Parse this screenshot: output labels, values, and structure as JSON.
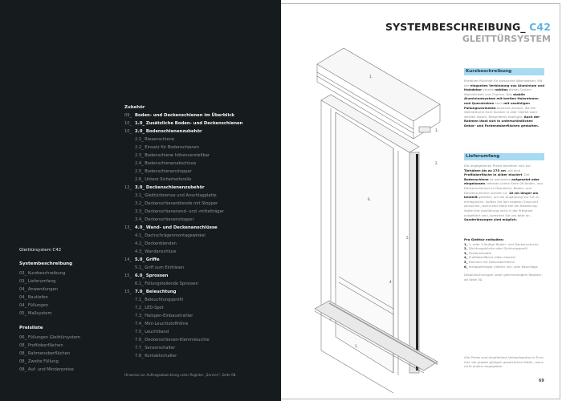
{
  "sidebar": {
    "title": "Gleittürsystem C42",
    "sections": [
      {
        "heading": "Systembeschreibung",
        "items": [
          "03_  Kurzbeschreibung",
          "03_  Lieferumfang",
          "04_  Anwendungen",
          "04_  Bautiefen",
          "04_  Füllungen",
          "05_  Maßsystem"
        ]
      },
      {
        "heading": "Preisliste",
        "items": [
          "06_  Füllungen Gleittürsystem",
          "08_  Profiloberflächen",
          "08_  Rahmenoberflächen",
          "08_  Zweite Füllung",
          "08_  Auf- und Minderpreise"
        ]
      }
    ]
  },
  "toc": {
    "heading": "Zubehör",
    "rows": [
      {
        "num": "09_",
        "label": "Boden- und Deckenschienen im Überblick",
        "type": "main"
      },
      {
        "num": "10_",
        "label": "1.0_ Zusätzliche Boden- und Deckenschienen",
        "type": "main"
      },
      {
        "num": "10_",
        "label": "2.0_ Bodenschienenzubehör",
        "type": "main"
      },
      {
        "num": "",
        "label": "2.1_ Riesenschiene",
        "type": "sub"
      },
      {
        "num": "",
        "label": "2.2_ Einsatz für Bodenschienen",
        "type": "sub"
      },
      {
        "num": "",
        "label": "2.3_ Bodenschiene höhenverstellbar",
        "type": "sub"
      },
      {
        "num": "",
        "label": "2.4_ Bodenschienenabschluss",
        "type": "sub"
      },
      {
        "num": "",
        "label": "2.5_ Bodenschienenstopper",
        "type": "sub"
      },
      {
        "num": "",
        "label": "2.6_ Untere Sicherheitsrolle",
        "type": "sub"
      },
      {
        "num": "12_",
        "label": "3.0_ Deckenschienenzubehör",
        "type": "main"
      },
      {
        "num": "",
        "label": "3.1_ Gleittürbremse und Anschlagplatte",
        "type": "sub"
      },
      {
        "num": "",
        "label": "3.2_ Deckenschienenblende mit Stopper",
        "type": "sub"
      },
      {
        "num": "",
        "label": "3.3_ Deckenschienenend- und -mittelträger",
        "type": "sub"
      },
      {
        "num": "",
        "label": "3.4_ Deckenschienenstopper",
        "type": "sub"
      },
      {
        "num": "13_",
        "label": "4.0_ Wand- und Deckenanschlüsse",
        "type": "main"
      },
      {
        "num": "",
        "label": "4.1_ Dachschrägenmontagewinkel",
        "type": "sub"
      },
      {
        "num": "",
        "label": "4.2_ Deckenblenden",
        "type": "sub"
      },
      {
        "num": "",
        "label": "4.3_ Wandanschluss",
        "type": "sub"
      },
      {
        "num": "14_",
        "label": "5.0_ Griffe",
        "type": "main"
      },
      {
        "num": "",
        "label": "5.1_ Griff zum Einfräsen",
        "type": "sub"
      },
      {
        "num": "15_",
        "label": "6.0_ Sprossen",
        "type": "main"
      },
      {
        "num": "",
        "label": "6.1_ Füllungsteilende Sprossen",
        "type": "sub"
      },
      {
        "num": "15_",
        "label": "7.0_ Beleuchtung",
        "type": "main"
      },
      {
        "num": "",
        "label": "7.1_ Beleuchtungsprofil",
        "type": "sub"
      },
      {
        "num": "",
        "label": "7.2_ LED-Spot",
        "type": "sub"
      },
      {
        "num": "",
        "label": "7.3_ Halogen-Einbaustrahler",
        "type": "sub"
      },
      {
        "num": "",
        "label": "7.4_ Mini-Leuchtstoffröhre",
        "type": "sub"
      },
      {
        "num": "",
        "label": "7.5_ Leuchtband",
        "type": "sub"
      },
      {
        "num": "",
        "label": "7.6_ Deckenschienen-Klemmleuchte",
        "type": "sub"
      },
      {
        "num": "",
        "label": "7.7_ Sensorschalter",
        "type": "sub"
      },
      {
        "num": "",
        "label": "7.8_ Kontaktschalter",
        "type": "sub"
      }
    ],
    "note": "Hinweise zur Auftragsabwicklung unter Register „Service\", Seite 08."
  },
  "header": {
    "title": "SYSTEMBESCHREIBUNG_",
    "model": "C42",
    "subtitle": "GLEITTÜRSYSTEM"
  },
  "kurz": {
    "heading": "Kurzbeschreibung",
    "parts": [
      {
        "t": "Kreativer Rückhalt für klassische Wohnwelten: Mit der ",
        "b": false
      },
      {
        "t": "eleganten Verbindung aus Aluminium und Holzdekor",
        "b": true
      },
      {
        "t": " vereint ",
        "b": false
      },
      {
        "t": "nahtlos",
        "b": true
      },
      {
        "t": " dieses System Wohnlichkeit und Charme. Das ",
        "b": false
      },
      {
        "t": "stabile Aluminiumsystem mit breiten Holzrahmen und Querstreben",
        "b": true
      },
      {
        "t": " kann ",
        "b": false
      },
      {
        "t": "mit unzähligen Füllungsvarianten",
        "b": true
      },
      {
        "t": " bestückt werden, die die Wohnträume Ihrer Kunden in aller Vielfalt wahr werden lassen. Besonderes Highlight: ",
        "b": false
      },
      {
        "t": "Auch der Rahmen lässt sich in unterschiedlichen Dekor- und Farbendoberflächen gestalten.",
        "b": true
      }
    ]
  },
  "liefer": {
    "heading": "Lieferumfang",
    "parts": [
      {
        "t": "Die angegebenen Preise beziehen sich auf ",
        "b": false
      },
      {
        "t": "Türhöhen bis zu 275 cm",
        "b": true
      },
      {
        "t": " und eine ",
        "b": false
      },
      {
        "t": "Profiloberfläche in silber eloxiert",
        "b": true
      },
      {
        "t": ". Die ",
        "b": false
      },
      {
        "t": "Bodenschiene",
        "b": true
      },
      {
        "t": " ist wahlweise ",
        "b": false
      },
      {
        "t": "aufgesetzt oder eingelassen",
        "b": true
      },
      {
        "t": " lieferbar (siehe Seite 09 Boden- und Deckenschienen im Überblick). Boden- und Deckenschienen werden ca. ",
        "b": false
      },
      {
        "t": "10 cm länger als bestellt",
        "b": true
      },
      {
        "t": " geliefert, um die Anpassung vor Ort zu ermöglichen. Sollten Sie den exakten Zuschnitt wünschen, reicht eine Notiz bei der Bestellung. Sollte Ihre Ausführung nicht in der Preisliste aufgeführt sein, sprechen Sie uns bitte an. ",
        "b": false
      },
      {
        "t": "Sonderlösungen sind möglich.",
        "b": true
      }
    ]
  },
  "contents": {
    "heading": "Pro Gleittür enthalten:",
    "items": [
      {
        "n": "1_",
        "t": "1- oder 2-läufige Boden- und Deckenschiene"
      },
      {
        "n": "2_",
        "t": "Dichtungsbürste oder Dichtungsprofil"
      },
      {
        "n": "3_",
        "t": "Positionshalter"
      },
      {
        "n": "4_",
        "t": "Profiloberfläche silber eloxiert"
      },
      {
        "n": "5_",
        "t": "Rahmen mit Dekoroberfläche"
      },
      {
        "n": "6_",
        "t": "fertigbefertigte Gleittür inkl. aller Beschläge"
      }
    ],
    "detail": "Detailzeichnungen unter gleichnamigem Register, ab Seite 30."
  },
  "footer_note": "Alle Preise sind empfohlene Verkaufspreise in Euro inkl. der jeweils gültigen gesetzlichen MwSt., wenn nicht anders angegeben.",
  "page_number": "69",
  "drawing_labels": [
    "1.",
    "3.",
    "2.",
    "6.",
    "5.",
    "4.",
    "1."
  ]
}
